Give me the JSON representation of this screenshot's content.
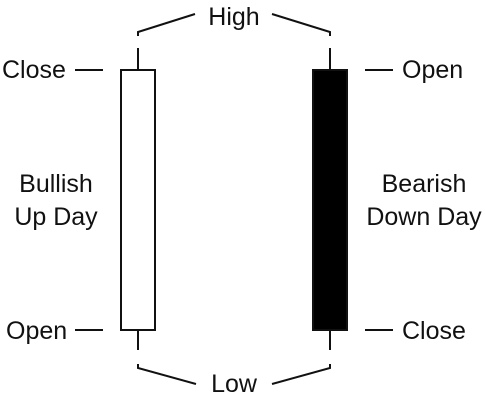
{
  "top_label": "High",
  "bottom_label": "Low",
  "bullish": {
    "label_line1": "Bullish",
    "label_line2": "Up Day",
    "top_tag": "Close",
    "bottom_tag": "Open",
    "body_color": "#ffffff"
  },
  "bearish": {
    "label_line1": "Bearish",
    "label_line2": "Down Day",
    "top_tag": "Open",
    "bottom_tag": "Close",
    "body_color": "#000000"
  },
  "line_color": "#111111"
}
